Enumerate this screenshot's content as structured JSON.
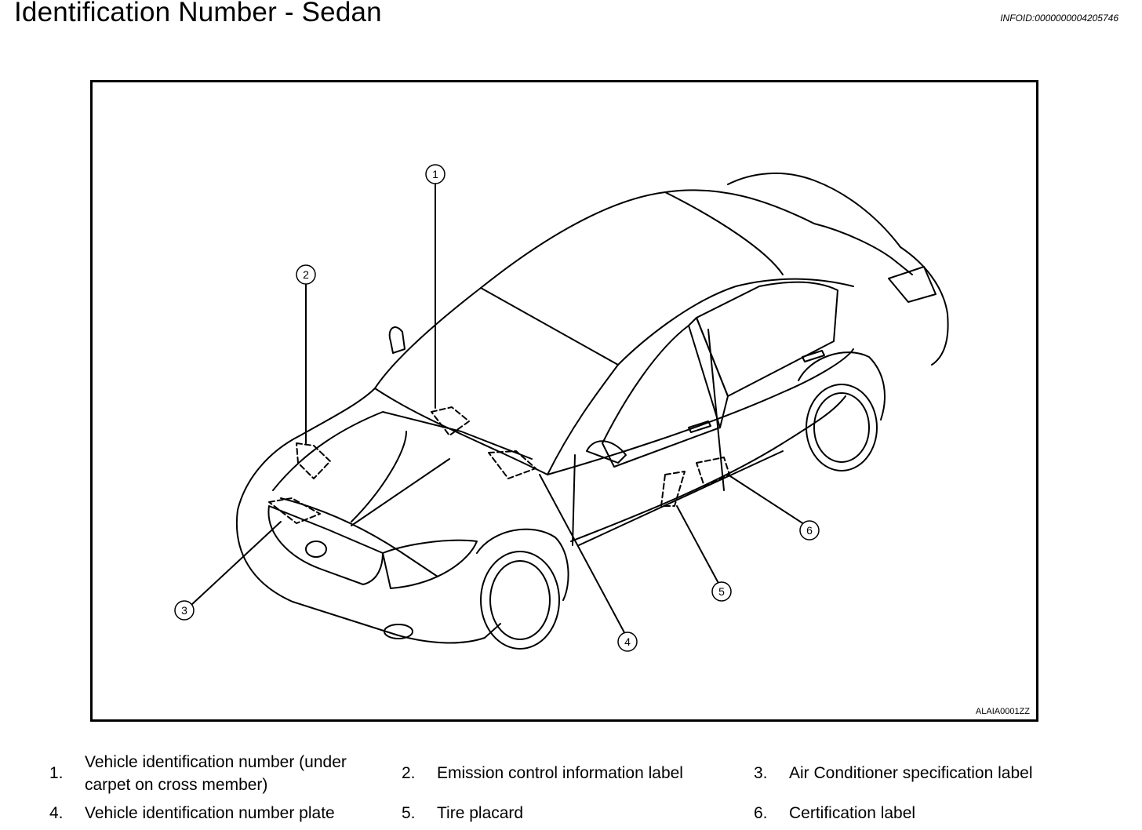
{
  "header": {
    "title": "Identification Number - Sedan",
    "info_id": "INFOID:0000000004205746"
  },
  "figure": {
    "code": "ALAIA0001ZZ",
    "callouts": [
      "1",
      "2",
      "3",
      "4",
      "5",
      "6"
    ]
  },
  "legend": [
    {
      "num": "1.",
      "line1": "Vehicle identification number (under",
      "line2": "carpet on cross member)"
    },
    {
      "num": "2.",
      "line1": "Emission control information label"
    },
    {
      "num": "3.",
      "line1": "Air Conditioner specification label"
    },
    {
      "num": "4.",
      "line1": "Vehicle identification number plate"
    },
    {
      "num": "5.",
      "line1": "Tire placard"
    },
    {
      "num": "6.",
      "line1": "Certification label"
    }
  ]
}
